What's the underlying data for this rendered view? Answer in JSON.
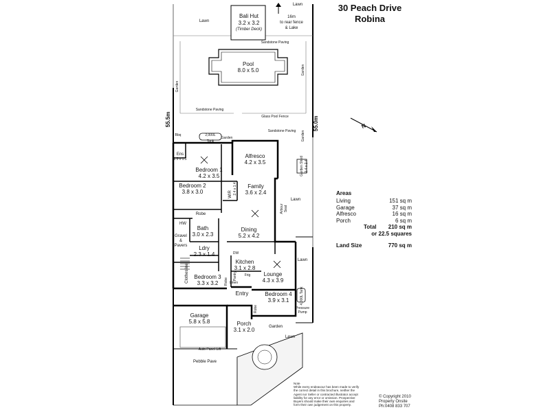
{
  "header": {
    "address_line1": "30 Peach Drive",
    "address_line2": "Robina"
  },
  "rooms": {
    "bali_hut": "Bali Hut",
    "bali_hut_dim": "3.2 x 3.2",
    "bali_hut_sub": "(Timber Deck)",
    "pool": "Pool",
    "pool_dim": "8.0 x 5.0",
    "alfresco": "Alfresco",
    "alfresco_dim": "4.2 x 3.5",
    "bedroom1": "Bedroom 1",
    "bedroom1_dim": "4.2 x 3.5",
    "bedroom2": "Bedroom 2",
    "bedroom2_dim": "3.8 x 3.0",
    "family": "Family",
    "family_dim": "3.6 x 2.4",
    "dining": "Dining",
    "dining_dim": "5.2 x 4.2",
    "bath": "Bath",
    "bath_dim": "3.0 x 2.3",
    "ldry": "Ldry",
    "ldry_dim": "2.3 x 1.4",
    "kitchen": "Kitchen",
    "kitchen_dim": "3.1 x 2.8",
    "lounge": "Lounge",
    "lounge_dim": "4.3 x 3.9",
    "bedroom3": "Bedroom 3",
    "bedroom3_dim": "3.3 x 3.2",
    "bedroom4": "Bedroom 4",
    "bedroom4_dim": "3.9 x 3.1",
    "entry": "Entry",
    "garage": "Garage",
    "garage_dim": "5.8 x 5.8",
    "porch": "Porch",
    "porch_dim": "3.1 x 2.0",
    "ens": "Ens",
    "ens_dim": "1.5 x 1.5",
    "wir": "WIR",
    "wir_dim": "2.4 x 1.4",
    "robe": "Robe",
    "hw": "HW",
    "linen": "Linen",
    "pantry": "Pantry",
    "frig": "Frig",
    "dw": "DW"
  },
  "outdoor": {
    "lawn_top": "Lawn",
    "lawn_top_right": "Lawn",
    "rear_note_line1": "16m",
    "rear_note_line2": "to rear fence",
    "rear_note_line3": "& Lake",
    "sandstone_paving_1": "Sandstone Paving",
    "sandstone_paving_2": "Sandstone Paving",
    "sandstone_paving_3": "Sandstone Paving",
    "glass_pool_fence": "Glass Pool Fence",
    "garden_left": "Garden",
    "garden_right": "Garden",
    "garden_tank": "Garden",
    "garden_right2": "Garden",
    "garden_front": "Garden",
    "tank_2000": "2,000L",
    "tank_2000_sub": "Tank",
    "tank_4000": "4,000L Tank",
    "pressure_pump": "Pressure",
    "pressure_pump2": "Pump",
    "lawn_right": "Lawn",
    "lawn_right2": "Lawn",
    "lawn_front": "Lawn",
    "gravel": "Gravel",
    "gravel2": "&",
    "gravel3": "Pavers",
    "clothesline": "Clothesline",
    "auto_panel_lift": "Auto Panel Lift",
    "pebble_pave": "Pebble Pave",
    "garden_shed": "Garden Shed",
    "garden_shed_dim": "2.4 x 2.4",
    "bbq": "Bbq",
    "arbour": "Arbour",
    "arbour_sub": "Seat"
  },
  "boundary": {
    "left": "55.5m",
    "right": "55.0m"
  },
  "compass": {
    "label": "N"
  },
  "areas": {
    "heading": "Areas",
    "rows": [
      {
        "label": "Living",
        "value": "151 sq m"
      },
      {
        "label": "Garage",
        "value": "37 sq m"
      },
      {
        "label": "Alfresco",
        "value": "16 sq m"
      },
      {
        "label": "Porch",
        "value": "6 sq m"
      }
    ],
    "total_label": "Total",
    "total_value": "210 sq m",
    "squares": "or 22.5 squares",
    "land_label": "Land Size",
    "land_value": "770 sq m"
  },
  "footer": {
    "note_title": "Note",
    "note_body": "While every endeavour has been made to verify the correct detail in this brochure, neither the Agent nor Seller or contracted illustrator accept liability for any error or omission. Prospective Buyers should make their own enquiries and form their own judgement on this property.",
    "copyright": "© Copyright 2010",
    "company": "Property Onsite",
    "phone": "Ph:0408 833 707"
  }
}
